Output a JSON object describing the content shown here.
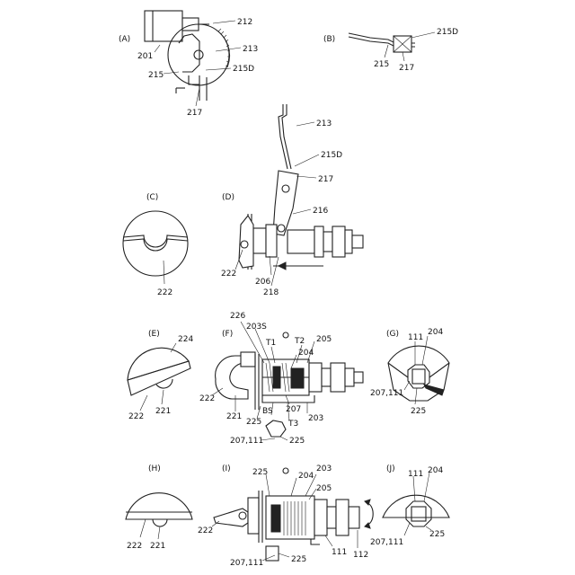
{
  "panels": {
    "A": "(A)",
    "B": "(B)",
    "C": "(C)",
    "D": "(D)",
    "E": "(E)",
    "F": "(F)",
    "G": "(G)",
    "H": "(H)",
    "I": "(I)",
    "J": "(J)"
  },
  "labels": {
    "A": [
      "212",
      "213",
      "201",
      "215",
      "215D",
      "217"
    ],
    "B": [
      "215D",
      "215",
      "217"
    ],
    "C": [
      "222"
    ],
    "D": [
      "213",
      "215D",
      "217",
      "216",
      "222",
      "206",
      "218"
    ],
    "E": [
      "224",
      "222",
      "221"
    ],
    "F": [
      "226",
      "203S",
      "T1",
      "T2",
      "205",
      "204",
      "222",
      "221",
      "225",
      "207",
      "203",
      "BS",
      "T3",
      "207,111",
      "225"
    ],
    "G": [
      "111",
      "204",
      "207,111",
      "225"
    ],
    "H": [
      "222",
      "221"
    ],
    "I": [
      "225",
      "204",
      "203",
      "205",
      "222",
      "111",
      "112",
      "207,111",
      "225"
    ],
    "J": [
      "111",
      "204",
      "207,111",
      "225"
    ]
  }
}
